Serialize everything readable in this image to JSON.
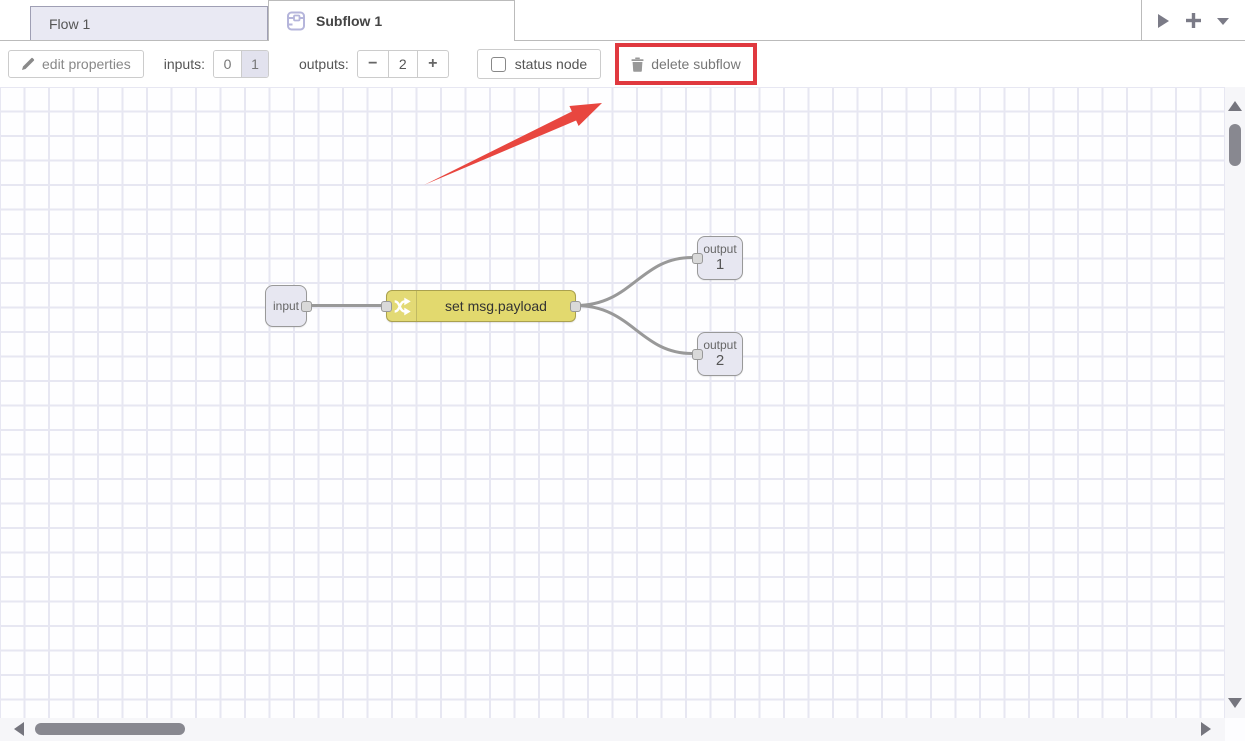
{
  "tabbar": {
    "tabs": [
      {
        "label": "Flow 1",
        "active": false
      },
      {
        "label": "Subflow 1",
        "active": true
      }
    ],
    "actions": {
      "expand_icon": "play-triangle-icon",
      "add_flow_icon": "plus-icon",
      "flow_list_icon": "chevron-down-icon"
    }
  },
  "toolbar": {
    "edit_properties_label": "edit properties",
    "edit_properties_icon": "pencil-icon",
    "inputs_label": "inputs:",
    "inputs_options": [
      "0",
      "1"
    ],
    "inputs_selected": "1",
    "outputs_label": "outputs:",
    "outputs_decrement": "−",
    "outputs_value": "2",
    "outputs_increment": "+",
    "status_node_label": "status node",
    "status_node_checked": false,
    "delete_subflow_label": "delete subflow",
    "delete_subflow_icon": "trash-icon"
  },
  "canvas": {
    "nodes": {
      "input": {
        "label": "input",
        "type": "subflow-input"
      },
      "change": {
        "label": "set msg.payload",
        "type": "change",
        "icon": "shuffle-icon"
      },
      "output1": {
        "label": "output",
        "number": "1",
        "type": "subflow-output"
      },
      "output2": {
        "label": "output",
        "number": "2",
        "type": "subflow-output"
      }
    },
    "wire_count": 3
  },
  "annotations": {
    "highlight_target": "delete-subflow-button",
    "arrow": "points to delete subflow button",
    "color": "#e0393f"
  },
  "colors": {
    "annotation_red": "#e0393f",
    "change_node_fill": "#e2d96e",
    "generic_node_fill": "#e7e7f1",
    "wire": "#999999",
    "grid_line": "#e7e7f2",
    "inactive_tab_fill": "#e9e9f3",
    "selected_segment_fill": "#e2e2ee"
  }
}
